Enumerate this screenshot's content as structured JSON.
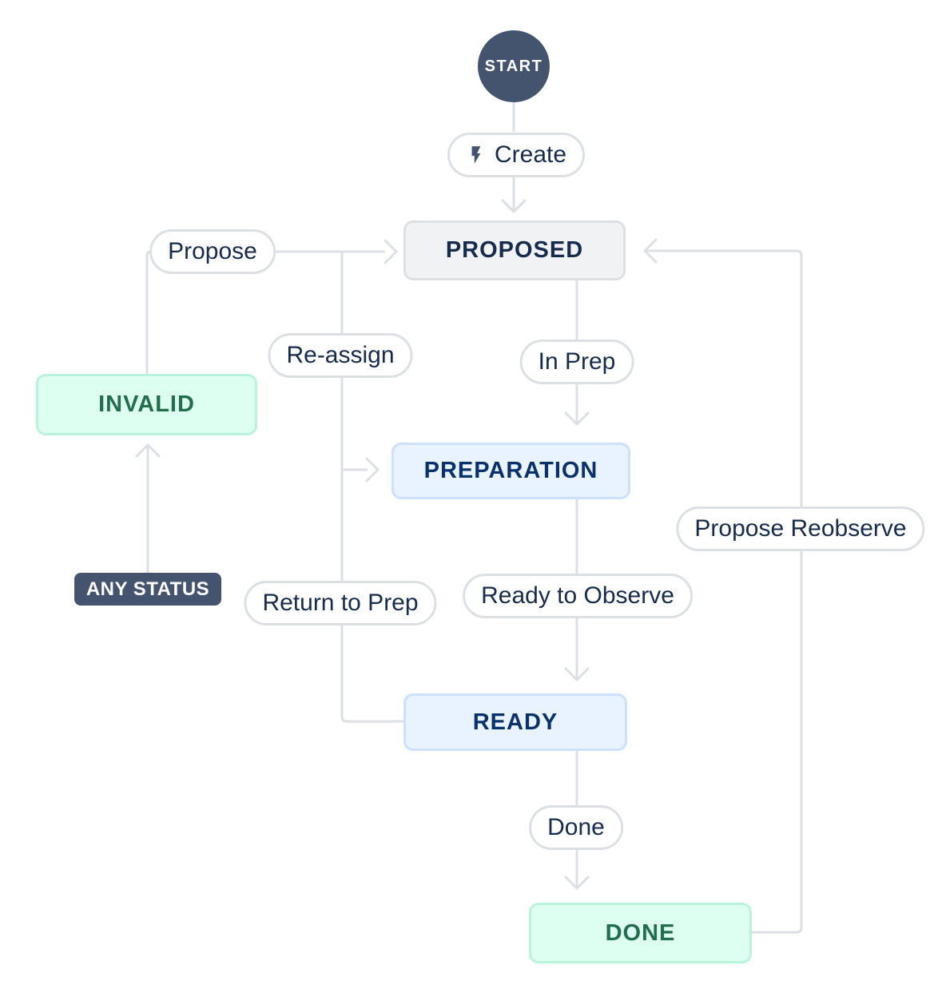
{
  "diagram": {
    "type": "workflow",
    "start": {
      "label": "START"
    },
    "statuses": {
      "proposed": {
        "label": "PROPOSED",
        "category": "todo"
      },
      "preparation": {
        "label": "PREPARATION",
        "category": "in-progress"
      },
      "ready": {
        "label": "READY",
        "category": "in-progress"
      },
      "invalid": {
        "label": "INVALID",
        "category": "done"
      },
      "done": {
        "label": "DONE",
        "category": "done"
      },
      "any_status": {
        "label": "ANY STATUS",
        "category": "any"
      }
    },
    "transitions": {
      "create": {
        "label": "Create",
        "icon": "lightning-bolt-icon",
        "from": "start",
        "to": "proposed"
      },
      "propose": {
        "label": "Propose",
        "from": "invalid",
        "to": "proposed"
      },
      "reassign": {
        "label": "Re-assign",
        "from": "ready",
        "to": "proposed"
      },
      "in_prep": {
        "label": "In Prep",
        "from": "proposed",
        "to": "preparation"
      },
      "return_to_prep": {
        "label": "Return to Prep",
        "from": "ready",
        "to": "preparation"
      },
      "ready_to_observe": {
        "label": "Ready to Observe",
        "from": "preparation",
        "to": "ready"
      },
      "done": {
        "label": "Done",
        "from": "ready",
        "to": "done"
      },
      "propose_reobserve": {
        "label": "Propose Reobserve",
        "from": "done",
        "to": "proposed"
      }
    },
    "colors": {
      "line": "#dcdfe4",
      "start_fill": "#44546f",
      "todo_fill": "#f1f2f4",
      "todo_border": "#dcdfe4",
      "todo_text": "#172b4d",
      "in_progress_fill": "#e9f2ff",
      "in_progress_border": "#cce0ff",
      "in_progress_text": "#09326c",
      "done_fill": "#dcfff1",
      "done_border": "#baf3db",
      "done_text": "#216e4e",
      "any_status_fill": "#44546f",
      "any_status_text": "#ffffff",
      "pill_bg": "#ffffff",
      "pill_border": "#dcdfe4",
      "pill_text": "#172b4d"
    }
  }
}
